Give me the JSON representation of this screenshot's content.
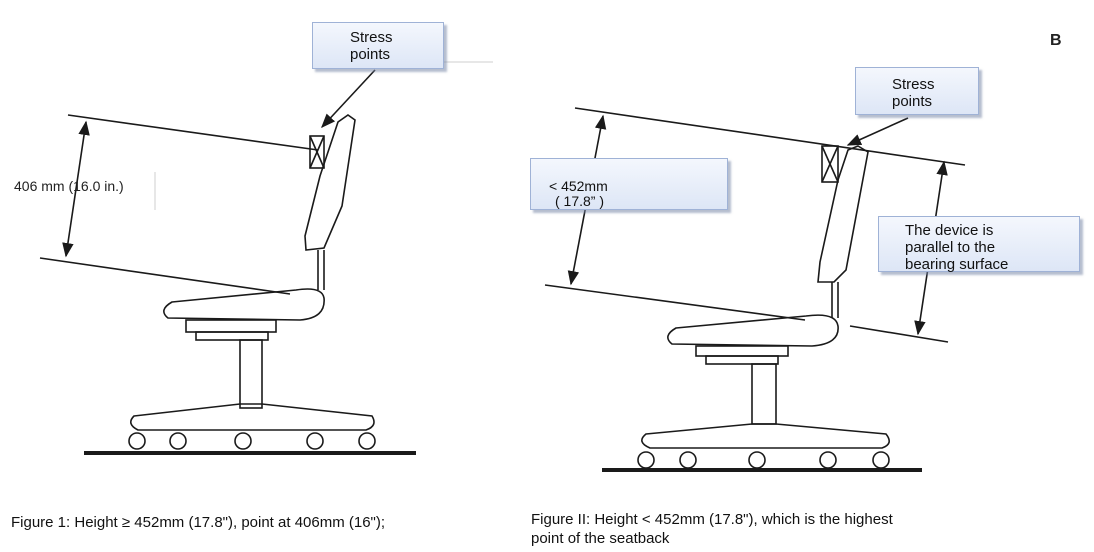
{
  "fig1": {
    "callout": [
      "Stress",
      "points"
    ],
    "dimension": "406 mm (16.0 in.)",
    "caption": "Figure 1: Height ≥ 452mm (17.8\"), point at 406mm (16\");"
  },
  "fig2": {
    "callout": [
      "Stress",
      "points"
    ],
    "height_label": [
      "< 452mm",
      "( 17.8” )"
    ],
    "parallel_note": [
      "The device is",
      "parallel to the",
      "bearing surface"
    ],
    "caption": [
      "Figure II: Height < 452mm (17.8\"), which is the highest",
      "point of the seatback"
    ]
  },
  "corner_mark": "B",
  "colors": {
    "line": "#1a1a1a",
    "callout_fill": "#e6ecf8",
    "callout_border": "#9fb2d6"
  }
}
